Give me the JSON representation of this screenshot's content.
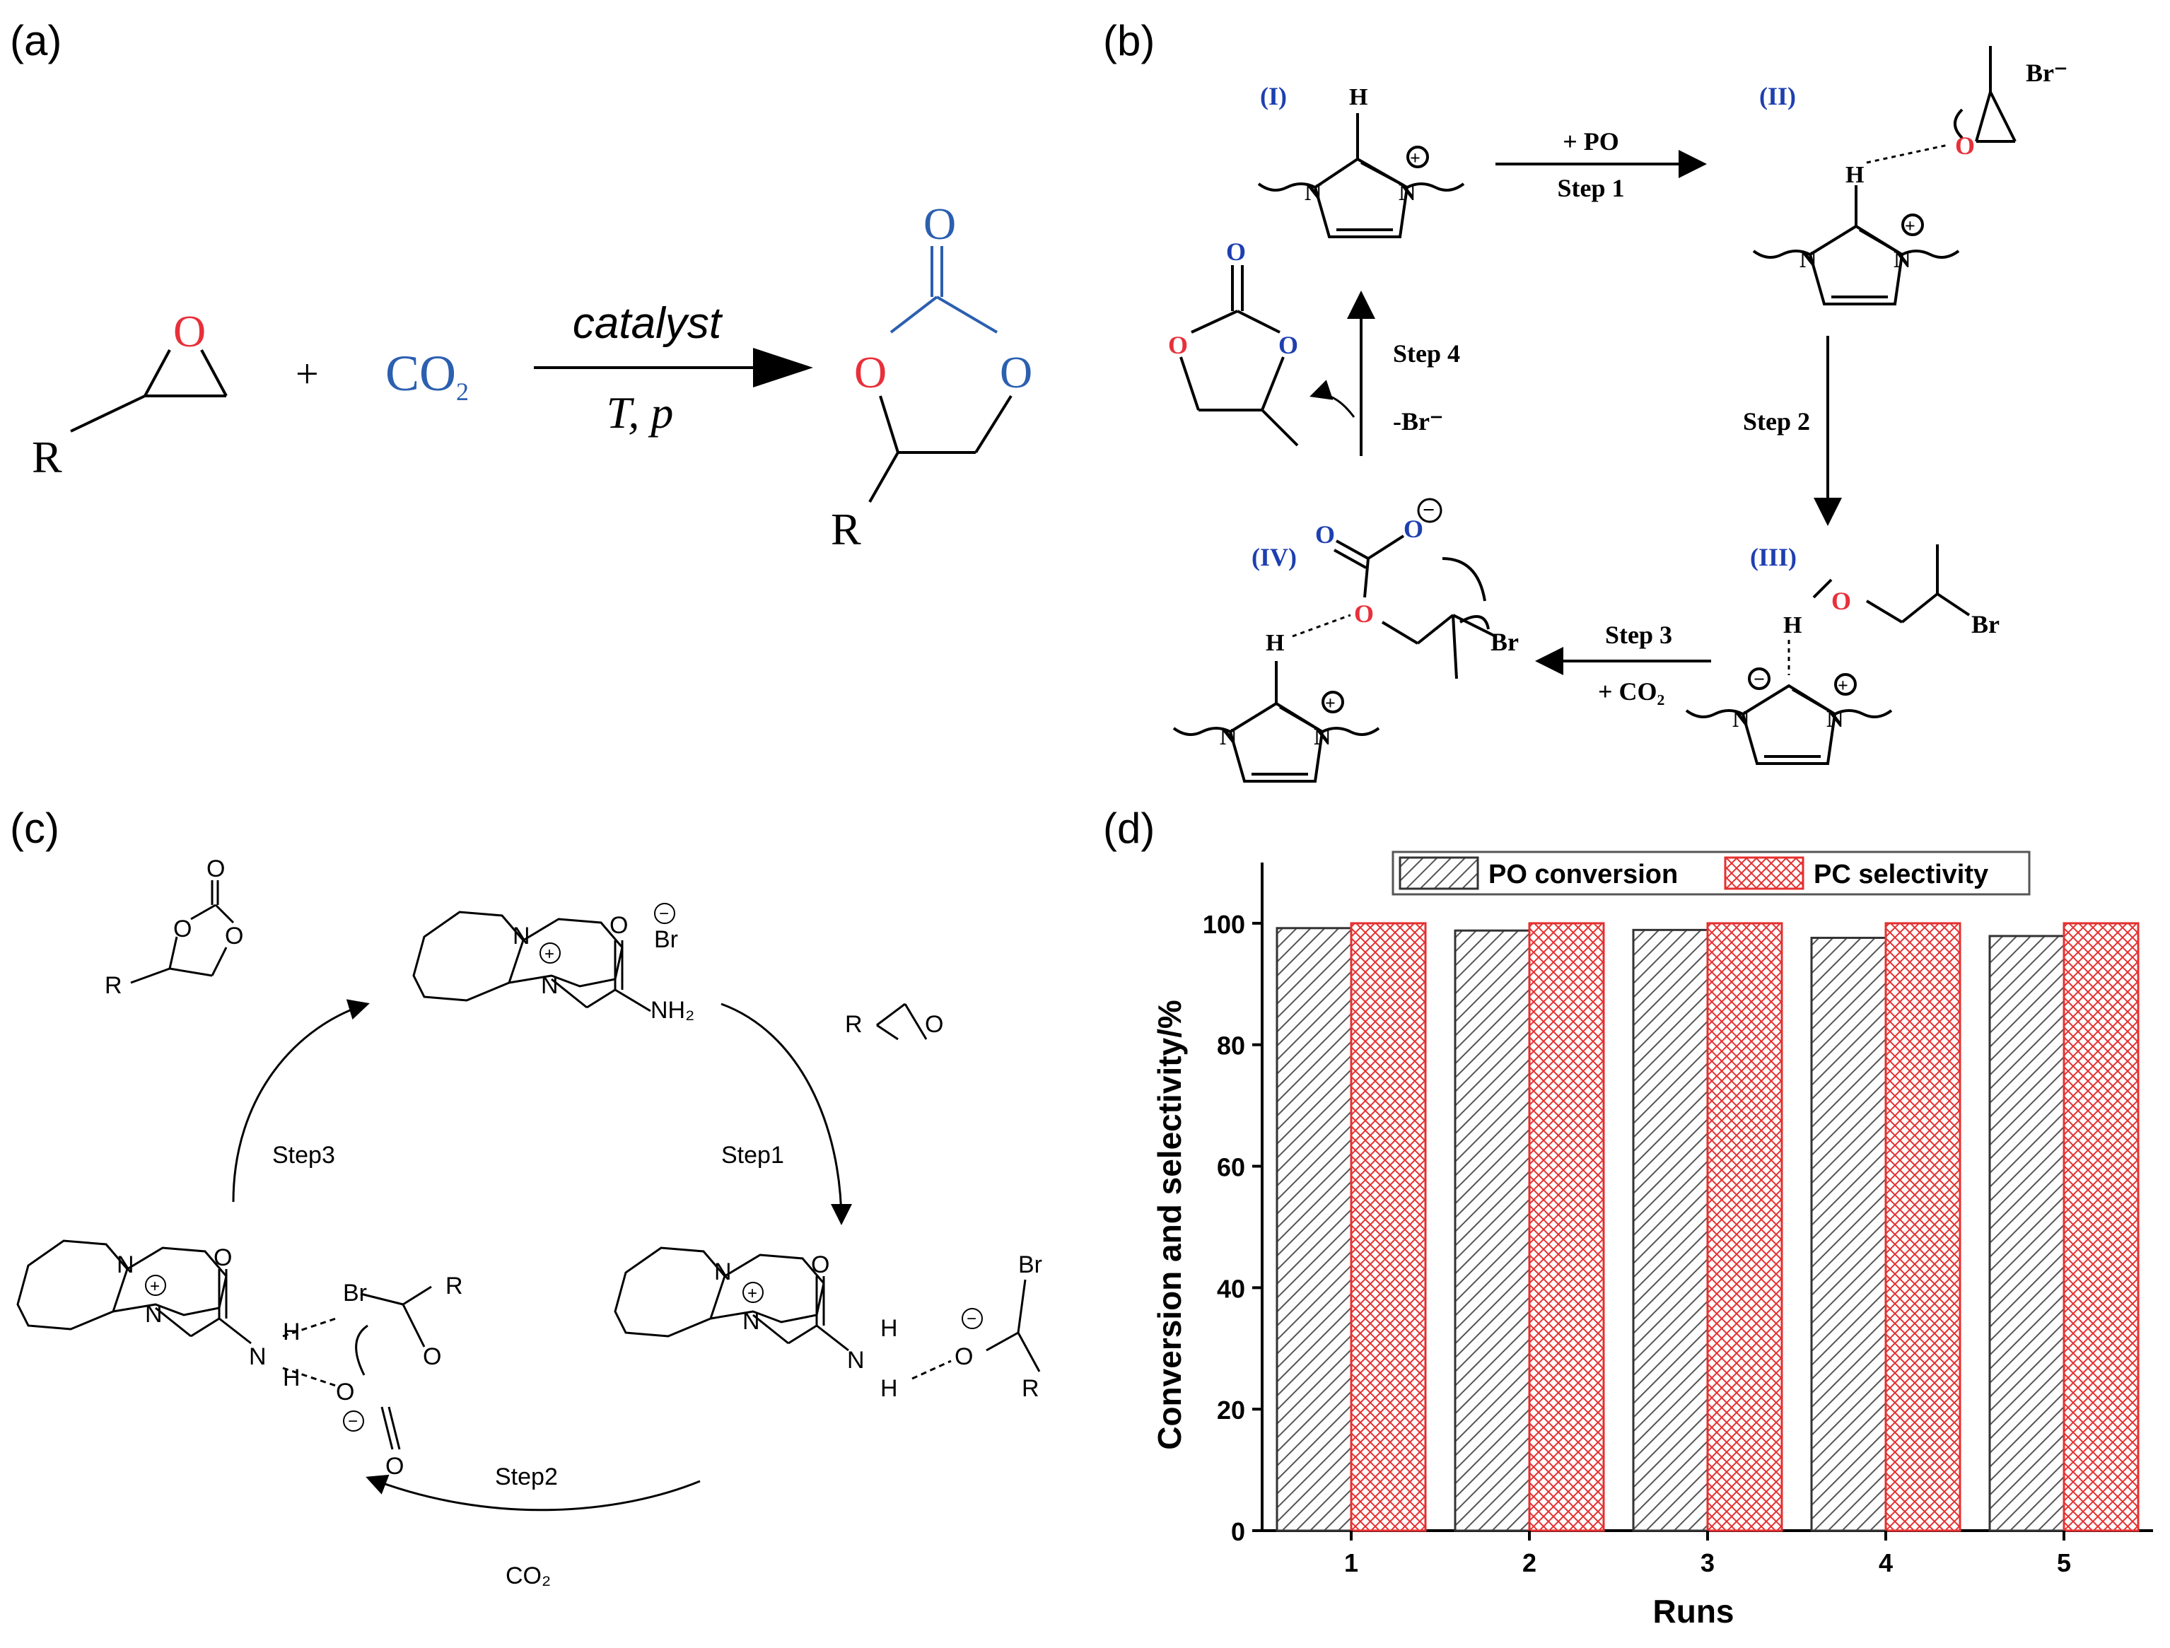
{
  "panel_labels": {
    "a": "(a)",
    "b": "(b)",
    "c": "(c)",
    "d": "(d)"
  },
  "colors": {
    "oxygen": "#e8303a",
    "co2": "#2b5fb0",
    "roman": "#1e3fb0",
    "pc_bar": "#e53030",
    "po_bar": "#555555"
  },
  "a": {
    "o": "O",
    "r": "R",
    "plus": "+",
    "co2_main": "CO",
    "co2_sub": "2",
    "catalyst": "catalyst",
    "conditions": "T, p",
    "carbonyl_o": "O",
    "ring_o_left": "O",
    "ring_o_right": "O",
    "product_r": "R"
  },
  "b": {
    "roman_I": "(I)",
    "roman_II": "(II)",
    "roman_III": "(III)",
    "roman_IV": "(IV)",
    "h": "H",
    "n": "N",
    "o": "O",
    "br": "Br",
    "br_minus": "Br⁻",
    "minus_br": "-Br⁻",
    "plus_po": "+ PO",
    "step1": "Step 1",
    "step2": "Step 2",
    "step3": "Step 3",
    "plus_co2": "+ CO₂",
    "step4": "Step 4"
  },
  "c": {
    "n": "N",
    "br": "Br",
    "o": "O",
    "r": "R",
    "h": "H",
    "nh2": "NH₂",
    "step1": "Step1",
    "step2": "Step2",
    "step3": "Step3",
    "co2": "CO₂"
  },
  "chart_data": {
    "type": "bar",
    "categories": [
      "1",
      "2",
      "3",
      "4",
      "5"
    ],
    "series": [
      {
        "name": "PO conversion",
        "values": [
          99.2,
          98.8,
          98.9,
          97.6,
          97.9
        ]
      },
      {
        "name": "PC selectivity",
        "values": [
          100,
          100,
          100,
          100,
          100
        ]
      }
    ],
    "xlabel": "Runs",
    "ylabel": "Conversion and selectivity/%",
    "ylim": [
      0,
      110
    ],
    "yticks": [
      0,
      20,
      40,
      60,
      80,
      100
    ],
    "legend_position": "top-center",
    "grid": false
  }
}
